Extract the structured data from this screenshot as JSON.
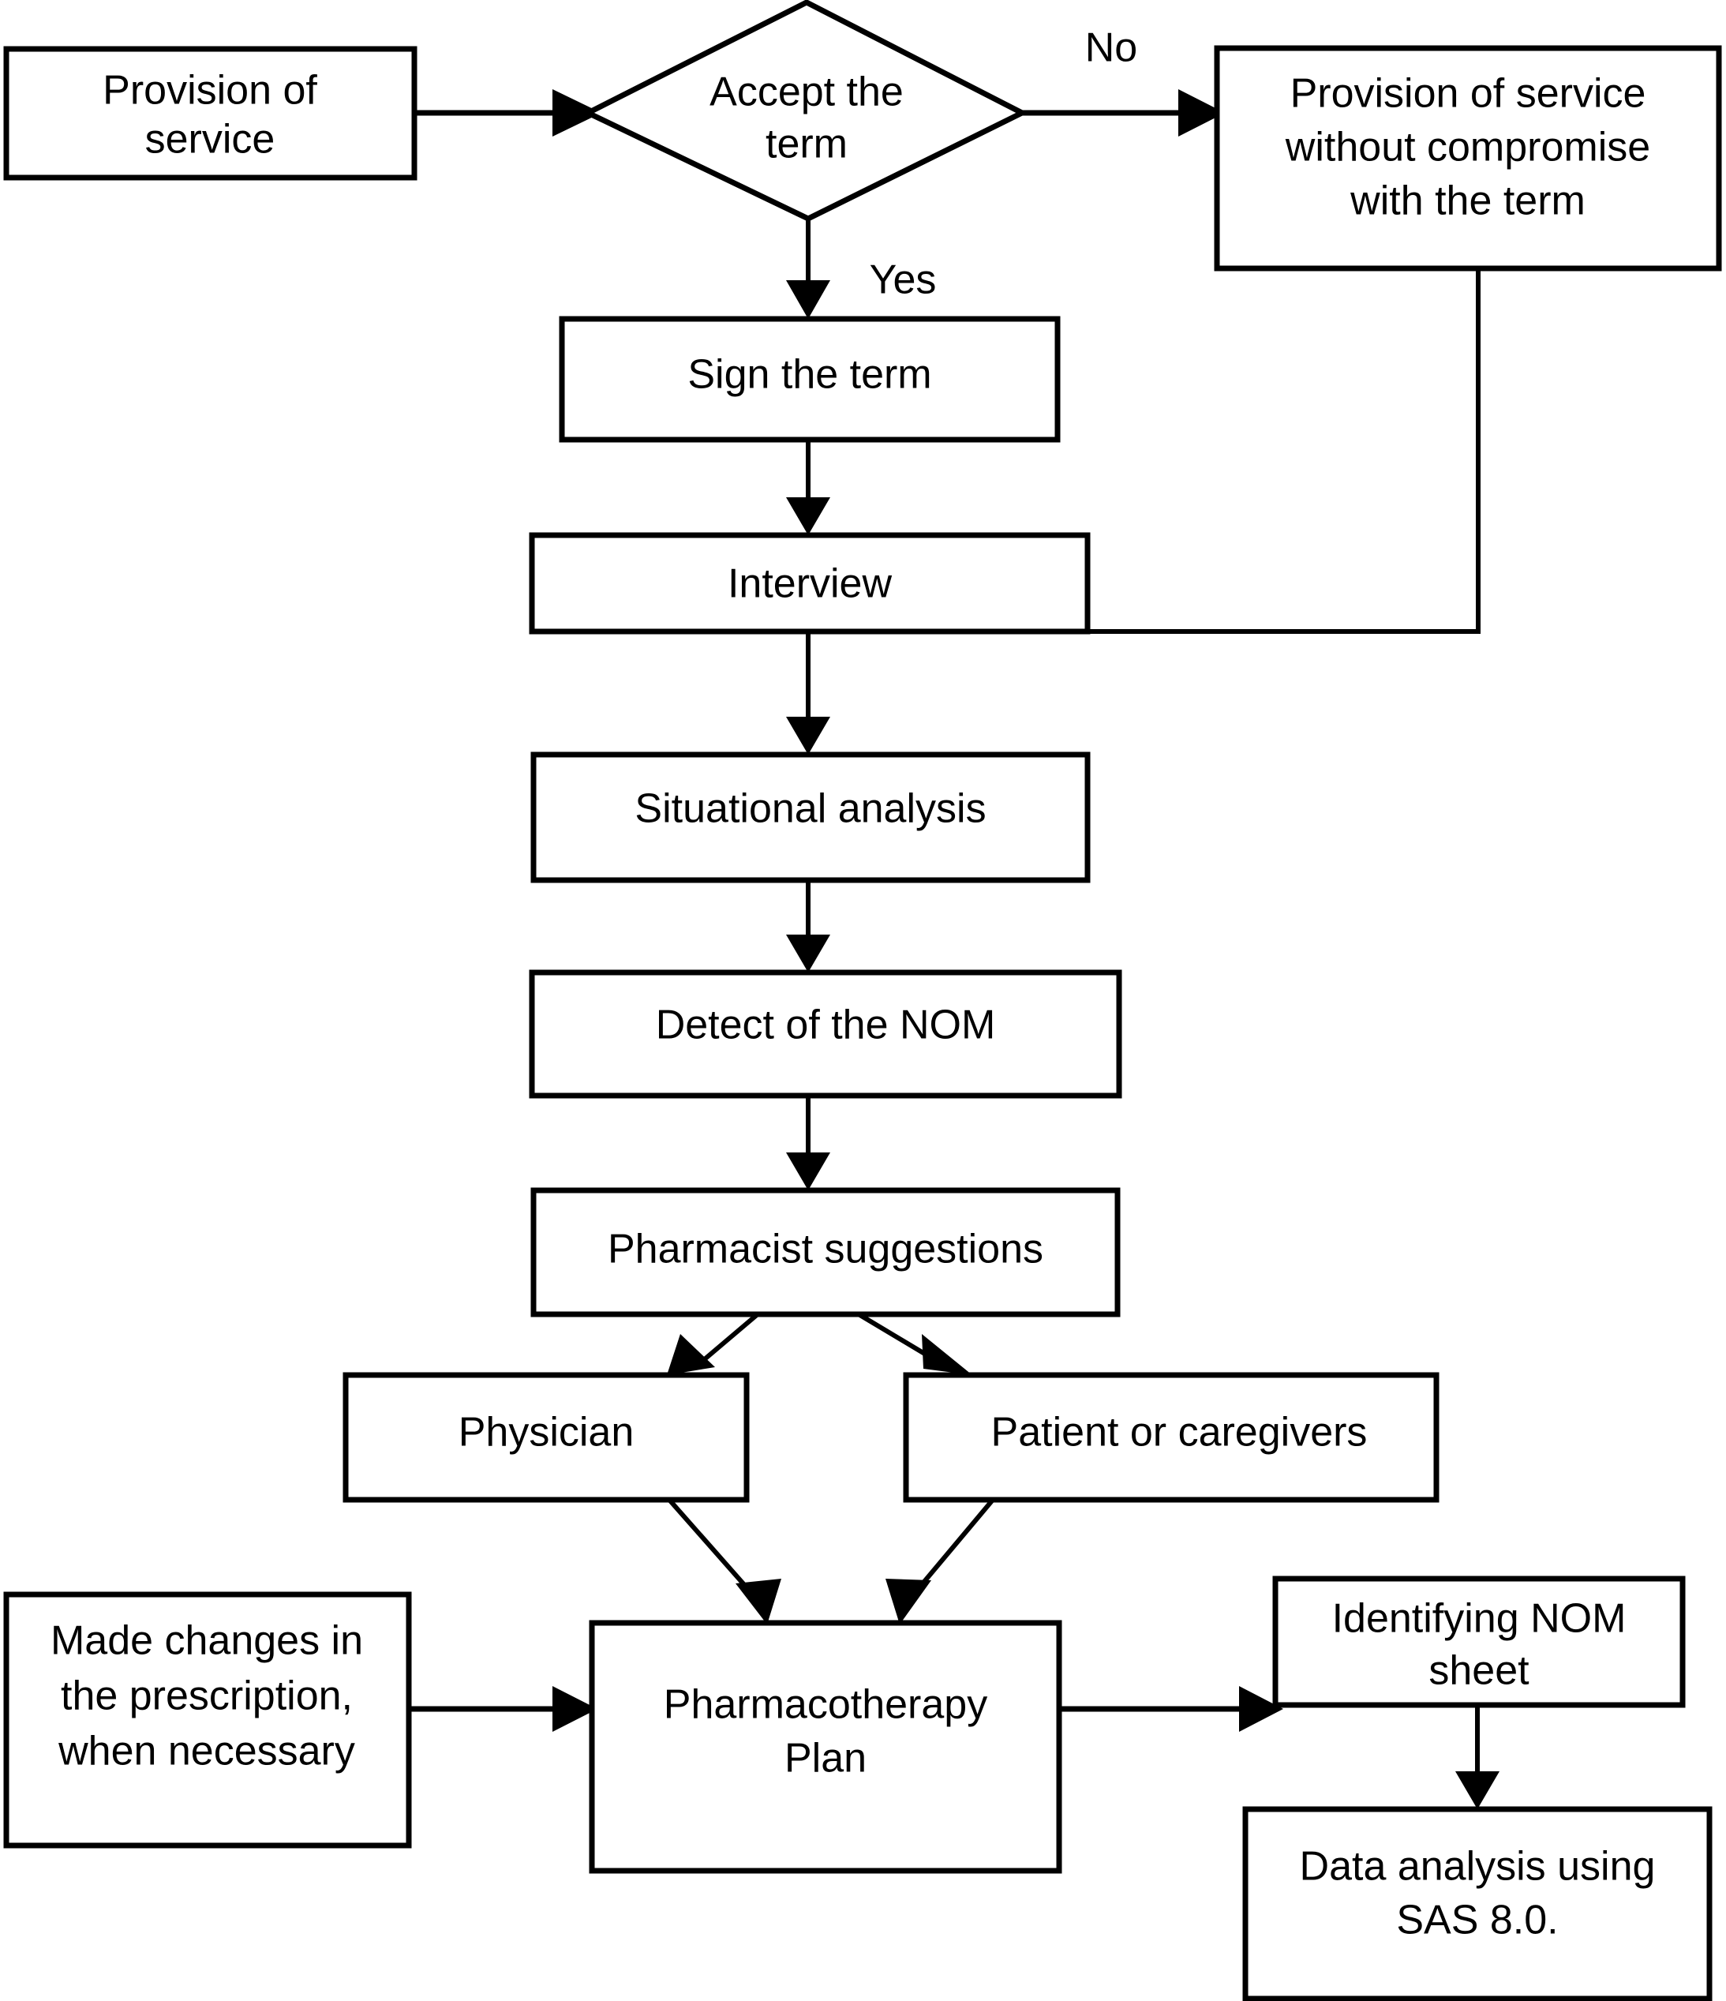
{
  "diagram": {
    "type": "flowchart",
    "orientation": "top-to-bottom",
    "background_color": "#ffffff",
    "line_color": "#000000",
    "text_color": "#000000",
    "nodes": [
      {
        "id": "provision-of-service",
        "shape": "rectangle",
        "lines": [
          "Provision of",
          "service"
        ]
      },
      {
        "id": "accept-the-term",
        "shape": "diamond",
        "lines": [
          "Accept the",
          "term"
        ]
      },
      {
        "id": "provision-without-compromise",
        "shape": "rectangle",
        "lines": [
          "Provision of service",
          "without compromise",
          "with the term"
        ]
      },
      {
        "id": "sign-the-term",
        "shape": "rectangle",
        "lines": [
          "Sign the term"
        ]
      },
      {
        "id": "interview",
        "shape": "rectangle",
        "lines": [
          "Interview"
        ]
      },
      {
        "id": "situational-analysis",
        "shape": "rectangle",
        "lines": [
          "Situational analysis"
        ]
      },
      {
        "id": "detect-of-the-nom",
        "shape": "rectangle",
        "lines": [
          "Detect of the NOM"
        ]
      },
      {
        "id": "pharmacist-suggestions",
        "shape": "rectangle",
        "lines": [
          "Pharmacist suggestions"
        ]
      },
      {
        "id": "physician",
        "shape": "rectangle",
        "lines": [
          "Physician"
        ]
      },
      {
        "id": "patient-or-caregivers",
        "shape": "rectangle",
        "lines": [
          "Patient or caregivers"
        ]
      },
      {
        "id": "made-changes-in-prescription",
        "shape": "rectangle",
        "lines": [
          "Made changes in",
          "the prescription,",
          "when necessary"
        ]
      },
      {
        "id": "pharmacotherapy-plan",
        "shape": "rectangle",
        "lines": [
          "Pharmacotherapy",
          "Plan"
        ]
      },
      {
        "id": "identifying-nom-sheet",
        "shape": "rectangle",
        "lines": [
          "Identifying NOM",
          "sheet"
        ]
      },
      {
        "id": "data-analysis-sas",
        "shape": "rectangle",
        "lines": [
          "Data analysis using",
          "SAS 8.0."
        ]
      }
    ],
    "edge_labels": {
      "no": "No",
      "yes": "Yes"
    },
    "text": {
      "provision_of_service_l1": "Provision of",
      "provision_of_service_l2": "service",
      "accept_the_term_l1": "Accept the",
      "accept_the_term_l2": "term",
      "without_compromise_l1": "Provision of service",
      "without_compromise_l2": "without compromise",
      "without_compromise_l3": "with the term",
      "sign_the_term": "Sign the term",
      "interview": "Interview",
      "situational_analysis": "Situational analysis",
      "detect_of_the_nom": "Detect of the NOM",
      "pharmacist_suggestions": "Pharmacist suggestions",
      "physician": "Physician",
      "patient_or_caregivers": "Patient or caregivers",
      "made_changes_l1": "Made changes in",
      "made_changes_l2": "the prescription,",
      "made_changes_l3": "when necessary",
      "pharmacotherapy_plan_l1": "Pharmacotherapy",
      "pharmacotherapy_plan_l2": "Plan",
      "identifying_nom_l1": "Identifying NOM",
      "identifying_nom_l2": "sheet",
      "data_analysis_l1": "Data analysis using",
      "data_analysis_l2": "SAS 8.0.",
      "label_no": "No",
      "label_yes": "Yes"
    }
  }
}
